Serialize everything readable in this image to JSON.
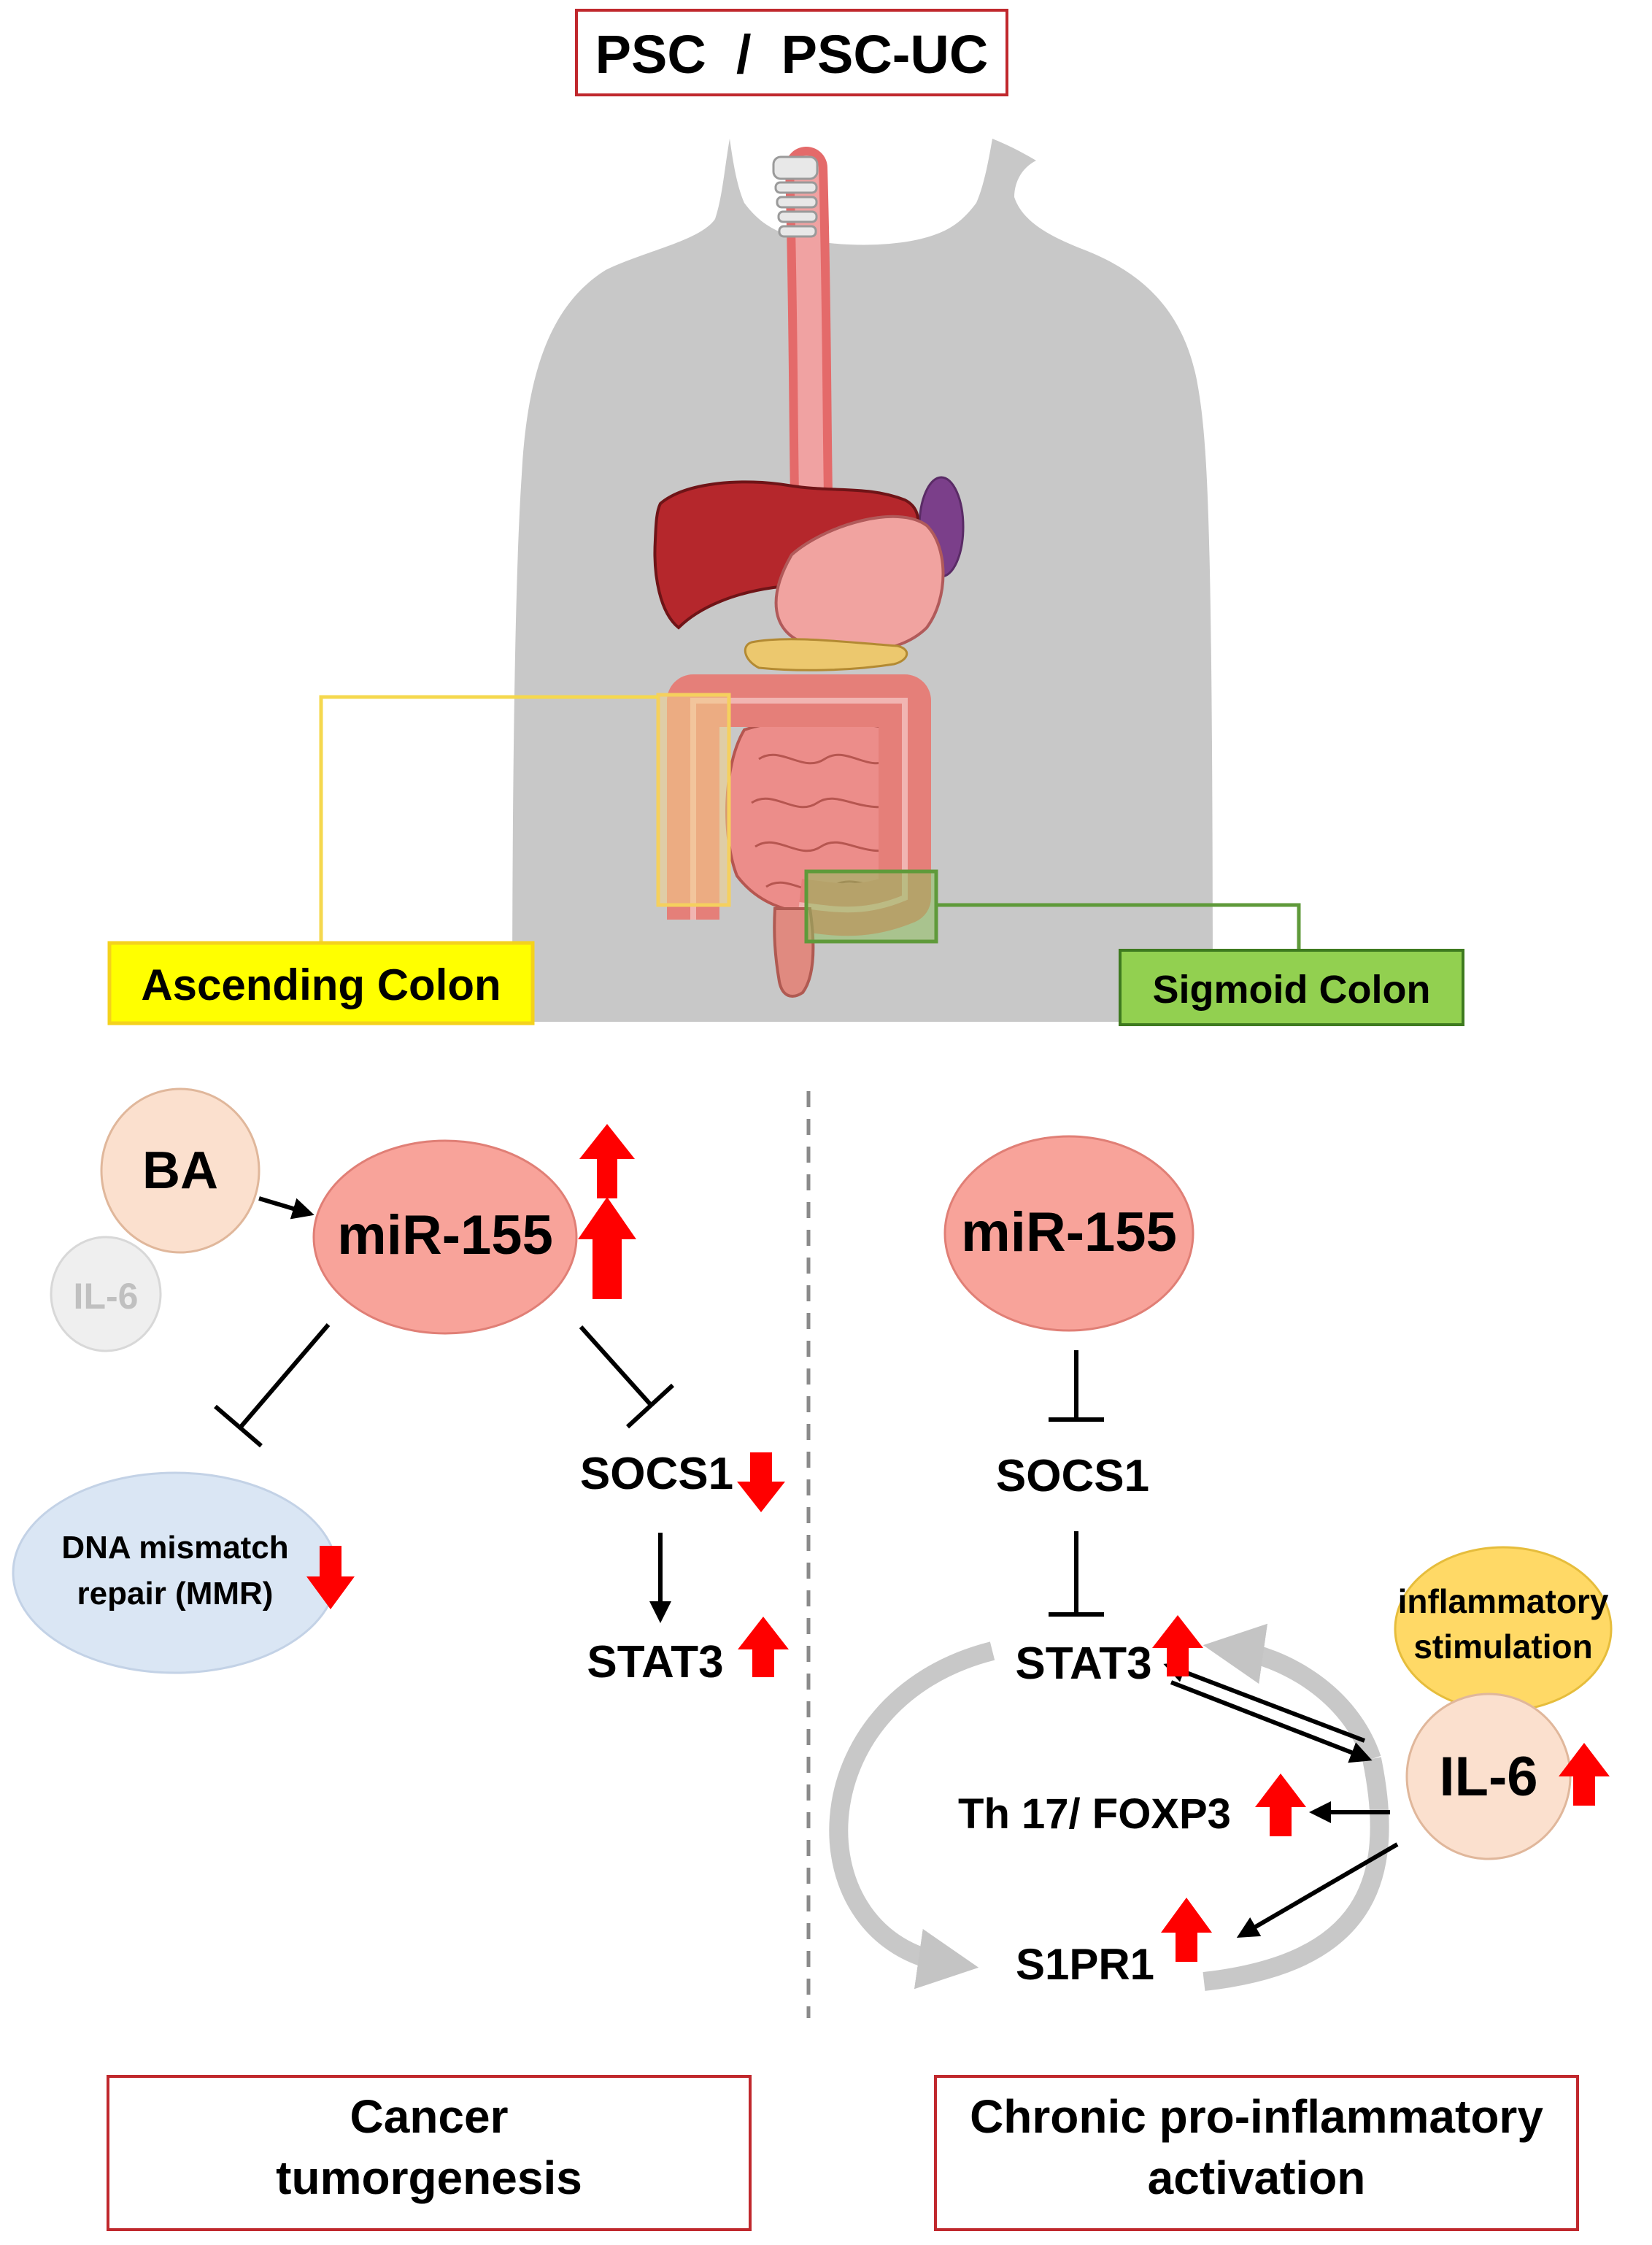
{
  "title": "PSC  /  PSC-UC",
  "regions": {
    "left": "Ascending Colon",
    "right": "Sigmoid Colon"
  },
  "left_panel": {
    "ba": "BA",
    "il6_faded": "IL-6",
    "mir": "miR-155",
    "mmr_line1": "DNA mismatch",
    "mmr_line2": "repair (MMR)",
    "socs1": "SOCS1",
    "stat3": "STAT3",
    "outcome_line1": "Cancer",
    "outcome_line2": "tumorgenesis"
  },
  "right_panel": {
    "mir": "miR-155",
    "socs1": "SOCS1",
    "stat3": "STAT3",
    "th17": "Th 17/ FOXP3",
    "s1pr1": "S1PR1",
    "il6": "IL-6",
    "stim_line1": "inflammatory",
    "stim_line2": "stimulation",
    "outcome_line1": "Chronic pro-inflammatory",
    "outcome_line2": "activation"
  },
  "colors": {
    "frame_red": "#c0282d",
    "arrow_red": "#ff0000",
    "yellow": "#ffff00",
    "green": "#92d050",
    "mir_fill": "#f8a39a",
    "ba_fill": "#fbe0ce",
    "mmr_fill": "#dae6f4",
    "stim_fill": "#ffd966",
    "silhouette": "#c8c8c8"
  }
}
